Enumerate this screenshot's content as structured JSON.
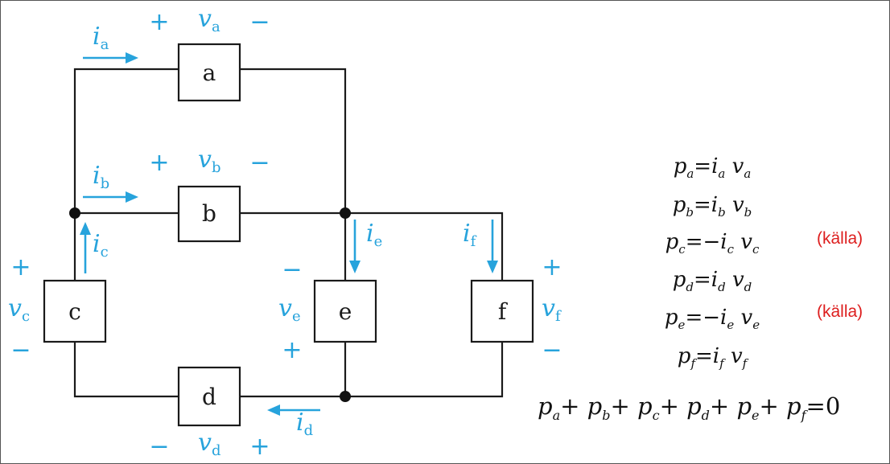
{
  "diagram": {
    "elements": [
      "a",
      "b",
      "c",
      "d",
      "e",
      "f"
    ],
    "currents": {
      "ia": {
        "sym": "i",
        "sub": "a"
      },
      "ib": {
        "sym": "i",
        "sub": "b"
      },
      "ic": {
        "sym": "i",
        "sub": "c"
      },
      "id": {
        "sym": "i",
        "sub": "d"
      },
      "ie": {
        "sym": "i",
        "sub": "e"
      },
      "if": {
        "sym": "i",
        "sub": "f"
      }
    },
    "voltages": {
      "va": {
        "sym": "v",
        "sub": "a"
      },
      "vb": {
        "sym": "v",
        "sub": "b"
      },
      "vc": {
        "sym": "v",
        "sub": "c"
      },
      "vd": {
        "sym": "v",
        "sub": "d"
      },
      "ve": {
        "sym": "v",
        "sub": "e"
      },
      "vf": {
        "sym": "v",
        "sub": "f"
      }
    },
    "plus": "+",
    "minus": "−",
    "colors": {
      "annotation": "#27a3dc",
      "wire": "#1a1a1a",
      "source_note": "#dd1e1e"
    }
  },
  "equations": {
    "pa": {
      "p": "p",
      "ps": "a",
      "rhs": "=",
      "i": "i",
      "is": "a",
      "v": "v",
      "vs": "a"
    },
    "pb": {
      "p": "p",
      "ps": "b",
      "rhs": "=",
      "i": "i",
      "is": "b",
      "v": "v",
      "vs": "b"
    },
    "pc": {
      "p": "p",
      "ps": "c",
      "rhs": "=−",
      "i": "i",
      "is": "c",
      "v": "v",
      "vs": "c"
    },
    "pd": {
      "p": "p",
      "ps": "d",
      "rhs": "=",
      "i": "i",
      "is": "d",
      "v": "v",
      "vs": "d"
    },
    "pe": {
      "p": "p",
      "ps": "e",
      "rhs": "=−",
      "i": "i",
      "is": "e",
      "v": "v",
      "vs": "e"
    },
    "pf": {
      "p": "p",
      "ps": "f",
      "rhs": "=",
      "i": "i",
      "is": "f",
      "v": "v",
      "vs": "f"
    },
    "source_note": "(källa)",
    "sum": {
      "terms": [
        "a",
        "b",
        "c",
        "d",
        "e",
        "f"
      ],
      "plus": "+",
      "equals": "=0"
    }
  }
}
